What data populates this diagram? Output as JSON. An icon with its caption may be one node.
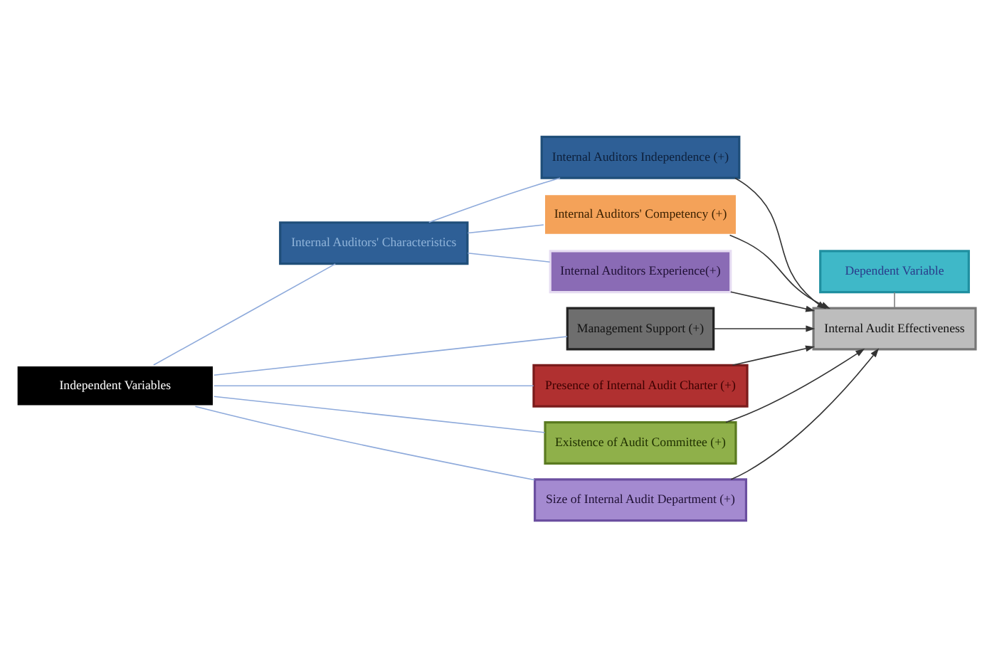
{
  "diagram": {
    "nodes": [
      {
        "text": [
          "Independent Variables"
        ]
      },
      {
        "text": [
          "Internal Auditors' Characteristics"
        ]
      },
      {
        "text": [
          "Internal Auditors Independence (+)"
        ]
      },
      {
        "text": [
          "Internal Auditors' Competency (+)"
        ]
      },
      {
        "text": [
          "Internal Auditors Experience(+)"
        ]
      },
      {
        "text": [
          "Management Support (+)"
        ]
      },
      {
        "text": [
          "Presence of Internal Audit Charter (+)"
        ]
      },
      {
        "text": [
          "Existence of Audit Committee (+)"
        ]
      },
      {
        "text": [
          "Size of Internal Audit Department (+)"
        ]
      },
      {
        "text": [
          "Dependent Variable"
        ]
      },
      {
        "text": [
          "Internal Audit Effectiveness"
        ]
      }
    ],
    "edges": [
      {
        "from": 0,
        "to": 1,
        "arrow": "none"
      },
      {
        "from": 1,
        "to": 2,
        "arrow": "none"
      },
      {
        "from": 1,
        "to": 3,
        "arrow": "none"
      },
      {
        "from": 1,
        "to": 4,
        "arrow": "none"
      },
      {
        "from": 0,
        "to": 5,
        "arrow": "none"
      },
      {
        "from": 0,
        "to": 6,
        "arrow": "none"
      },
      {
        "from": 0,
        "to": 7,
        "arrow": "none"
      },
      {
        "from": 0,
        "to": 8,
        "arrow": "none"
      },
      {
        "from": 2,
        "to": 10,
        "arrow": "to",
        "color": "#333333"
      },
      {
        "from": 3,
        "to": 10,
        "arrow": "to",
        "color": "#333333"
      },
      {
        "from": 4,
        "to": 10,
        "arrow": "to",
        "color": "#333333"
      },
      {
        "from": 5,
        "to": 10,
        "arrow": "to",
        "color": "#333333"
      },
      {
        "from": 6,
        "to": 10,
        "arrow": "to",
        "color": "#333333"
      },
      {
        "from": 7,
        "to": 10,
        "arrow": "to",
        "color": "#333333"
      },
      {
        "from": 8,
        "to": 10,
        "arrow": "to",
        "color": "#333333"
      },
      {
        "from": 9,
        "to": 10,
        "arrow": "none",
        "color": "#808080"
      }
    ]
  }
}
